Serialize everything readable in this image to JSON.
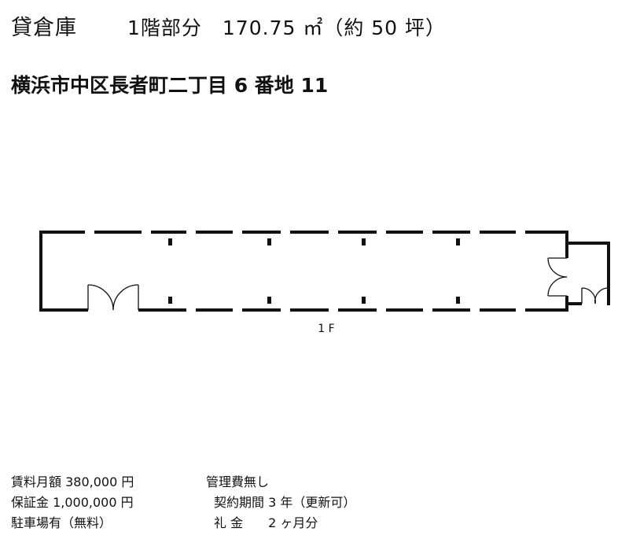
{
  "listing": {
    "property_type": "貸倉庫",
    "floor_area": "1階部分　170.75 ㎡（約 50 坪）",
    "address": "横浜市中区長者町二丁目 6 番地 11"
  },
  "floor_plan": {
    "floor_label": "1 F"
  },
  "terms": {
    "rent": "賃料月額 380,000 円",
    "management_fee": "管理費無し",
    "deposit": "保証金 1,000,000 円",
    "contract_period": "契約期間 3 年（更新可）",
    "parking": "駐車場有（無料）",
    "key_money": "礼 金　　2 ヶ月分"
  }
}
